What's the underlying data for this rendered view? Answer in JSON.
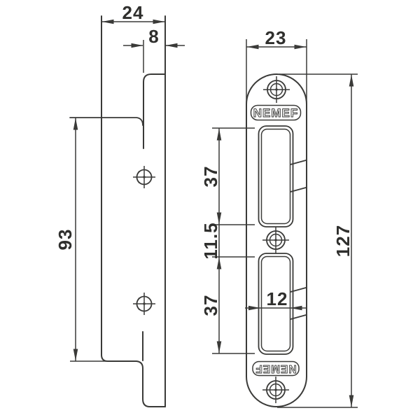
{
  "brand": "NEMEF",
  "colors": {
    "line": "#3a3a38",
    "text": "#2f2f2d",
    "background": "#ffffff"
  },
  "side_view": {
    "dim_flange_width": "24",
    "dim_lip_offset": "8",
    "dim_flange_height": "93"
  },
  "front_view": {
    "dim_plate_width": "23",
    "dim_upper_cutout_height": "37",
    "dim_center_gap": "11.5",
    "dim_lower_cutout_height": "37",
    "dim_cutout_width": "12",
    "dim_plate_height": "127",
    "stamp_top": "NEMEF",
    "stamp_bottom": "NEMEF"
  }
}
